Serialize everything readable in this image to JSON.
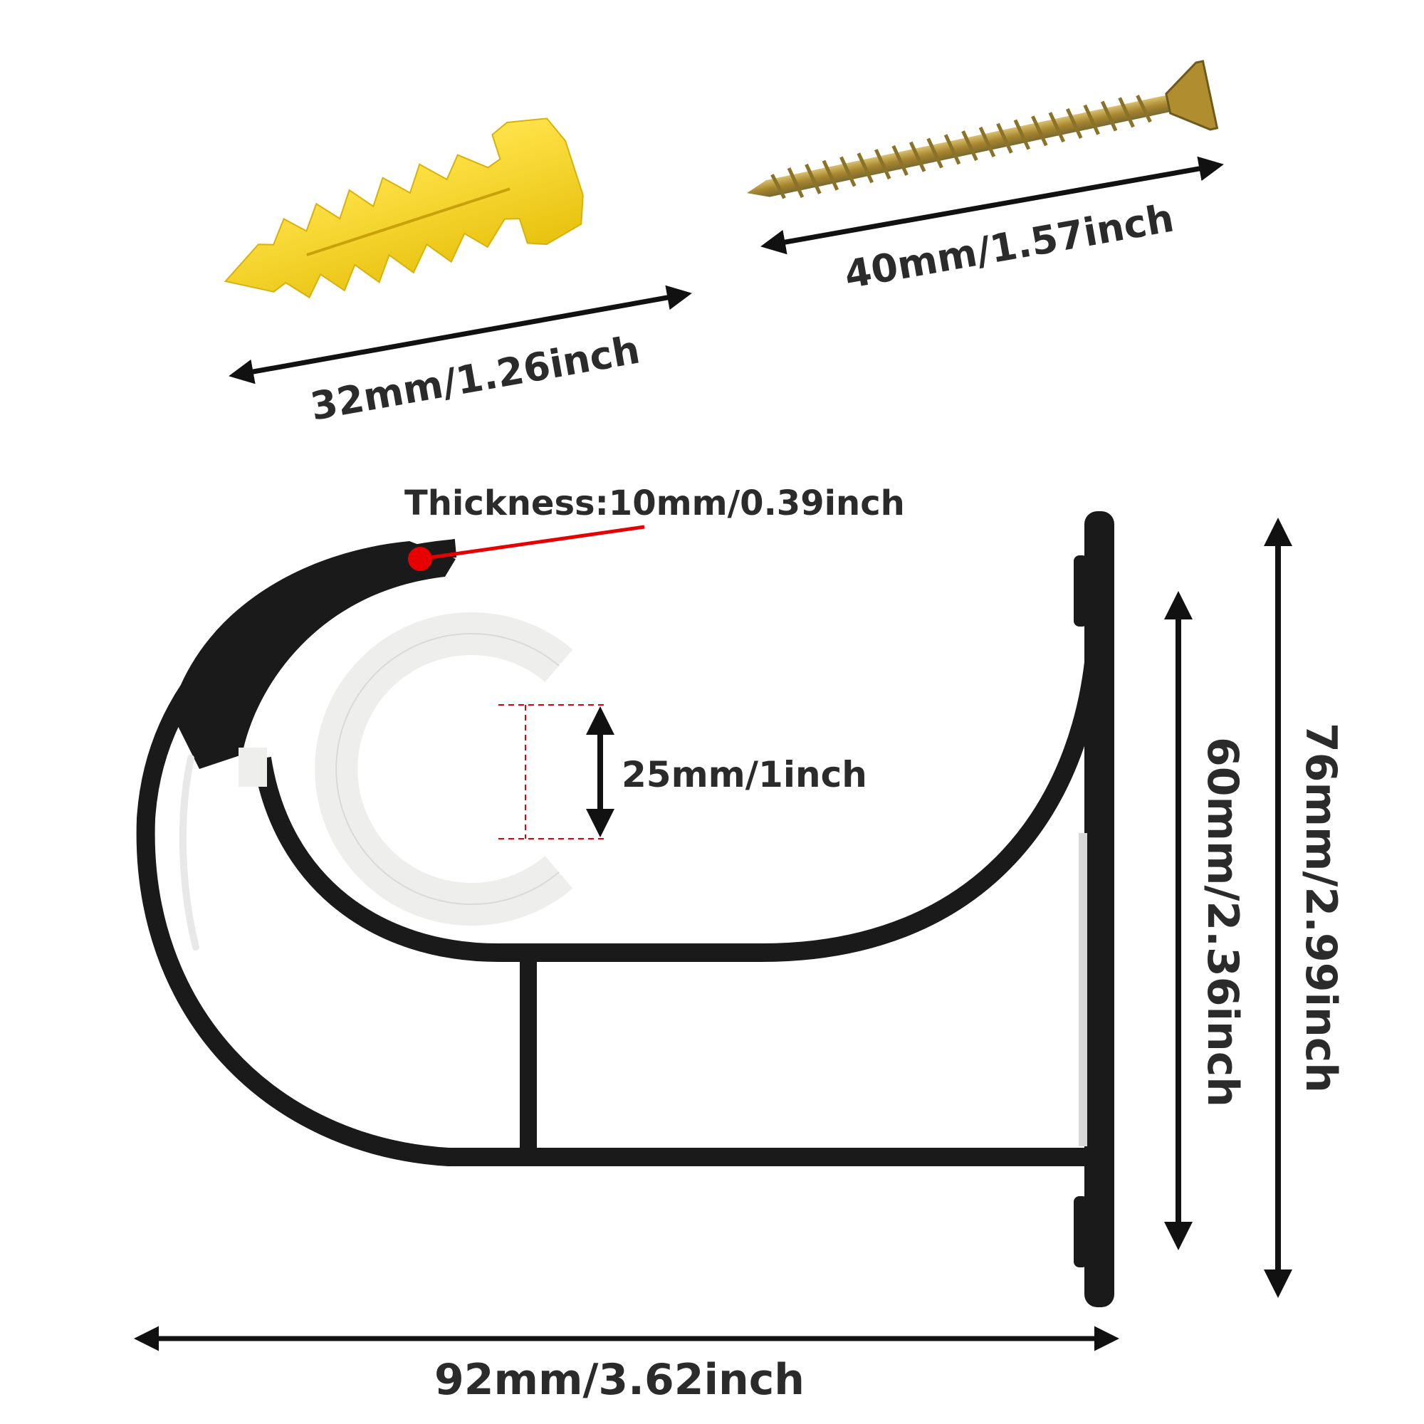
{
  "labels": {
    "anchor_length": "32mm/1.26inch",
    "screw_length": "40mm/1.57inch",
    "thickness": "Thickness:10mm/0.39inch",
    "rod_diameter": "25mm/1inch",
    "bracket_width": "92mm/3.62inch",
    "arm_height": "60mm/2.36inch",
    "total_height": "76mm/2.99inch"
  },
  "colors": {
    "bracket": "#1a1a1a",
    "anchor": "#f4d41c",
    "screw": "#b89a3a",
    "insert": "#f1f1ef",
    "thickness_marker": "#e60000",
    "guide_lines": "#e60000"
  },
  "parts": [
    "wall-anchor",
    "screw",
    "curtain-rod-bracket",
    "rod-clip-insert"
  ]
}
